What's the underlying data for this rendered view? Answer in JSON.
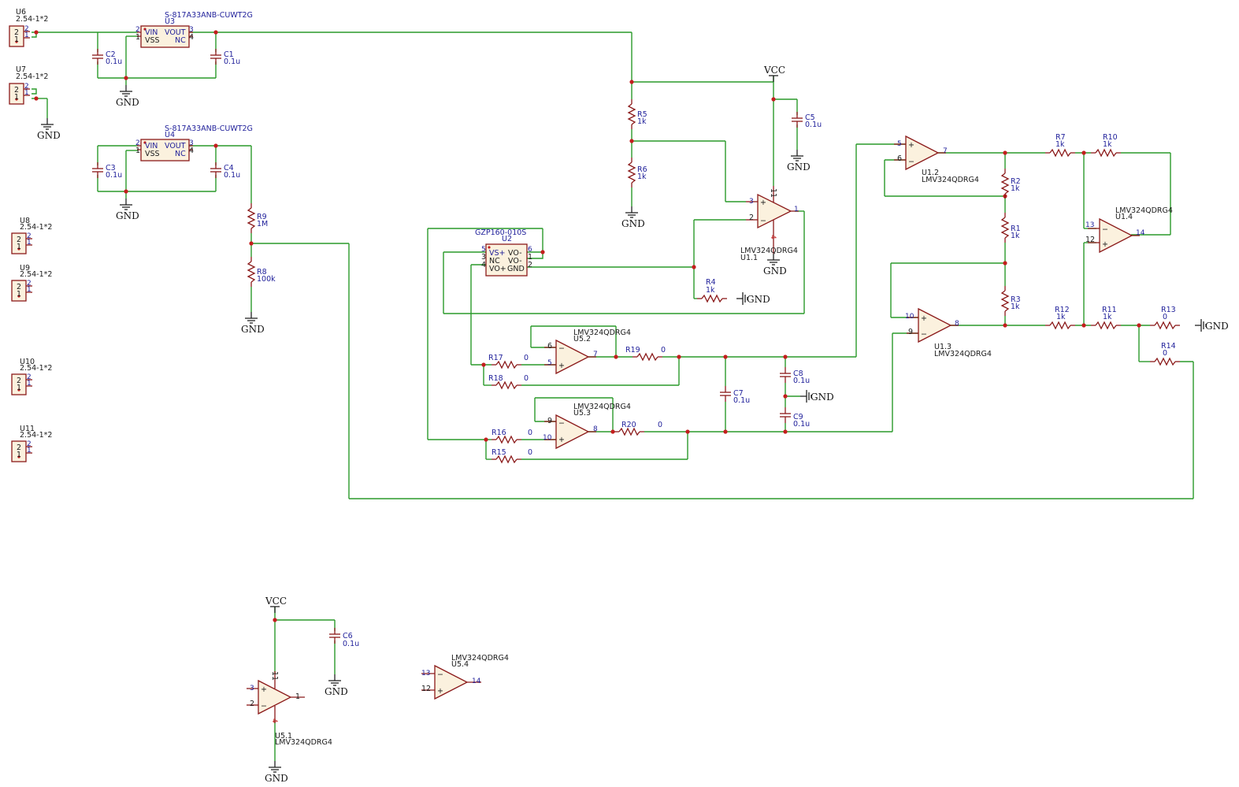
{
  "schematic": {
    "power": {
      "gnd": "GND",
      "vcc": "VCC"
    },
    "connectors": [
      {
        "id": "U6",
        "ref": "U6",
        "value": "2.54-1*2"
      },
      {
        "id": "U7",
        "ref": "U7",
        "value": "2.54-1*2"
      },
      {
        "id": "U8",
        "ref": "U8",
        "value": "2.54-1*2"
      },
      {
        "id": "U9",
        "ref": "U9",
        "value": "2.54-1*2"
      },
      {
        "id": "U10",
        "ref": "U10",
        "value": "2.54-1*2"
      },
      {
        "id": "U11",
        "ref": "U11",
        "value": "2.54-1*2"
      }
    ],
    "connector_pins": {
      "p1": "1",
      "p2": "2"
    },
    "regulators": [
      {
        "id": "U3",
        "ref": "U3",
        "value": "S-817A33ANB-CUWT2G",
        "vin": "VIN",
        "vss": "VSS",
        "vout": "VOUT",
        "nc": "NC"
      },
      {
        "id": "U4",
        "ref": "U4",
        "value": "S-817A33ANB-CUWT2G",
        "vin": "VIN",
        "vss": "VSS",
        "vout": "VOUT",
        "nc": "NC"
      }
    ],
    "regulator_pins": {
      "p1": "1",
      "p2": "2",
      "p3": "3",
      "p4": "4"
    },
    "sensor": {
      "ref": "U2",
      "value": "GZP160-010S",
      "vsp": "VS+",
      "vom": "VO-",
      "nc": "NC",
      "vop": "VO+",
      "gnd": "GND",
      "pin5": "5",
      "pin3": "3",
      "pin4": "4",
      "pin6": "6",
      "pin1": "1",
      "pin2": "2"
    },
    "capacitors": [
      {
        "ref": "C1",
        "value": "0.1u"
      },
      {
        "ref": "C2",
        "value": "0.1u"
      },
      {
        "ref": "C3",
        "value": "0.1u"
      },
      {
        "ref": "C4",
        "value": "0.1u"
      },
      {
        "ref": "C5",
        "value": "0.1u"
      },
      {
        "ref": "C6",
        "value": "0.1u"
      },
      {
        "ref": "C7",
        "value": "0.1u"
      },
      {
        "ref": "C8",
        "value": "0.1u"
      },
      {
        "ref": "C9",
        "value": "0.1u"
      }
    ],
    "resistors": [
      {
        "ref": "R1",
        "value": "1k"
      },
      {
        "ref": "R2",
        "value": "1k"
      },
      {
        "ref": "R3",
        "value": "1k"
      },
      {
        "ref": "R4",
        "value": "1k"
      },
      {
        "ref": "R5",
        "value": "1k"
      },
      {
        "ref": "R6",
        "value": "1k"
      },
      {
        "ref": "R7",
        "value": "1k"
      },
      {
        "ref": "R8",
        "value": "100k"
      },
      {
        "ref": "R9",
        "value": "1M"
      },
      {
        "ref": "R10",
        "value": "1k"
      },
      {
        "ref": "R11",
        "value": "1k"
      },
      {
        "ref": "R12",
        "value": "1k"
      },
      {
        "ref": "R13",
        "value": "0"
      },
      {
        "ref": "R14",
        "value": "0"
      },
      {
        "ref": "R15",
        "value": "0"
      },
      {
        "ref": "R16",
        "value": "0"
      },
      {
        "ref": "R17",
        "value": "0"
      },
      {
        "ref": "R18",
        "value": "0"
      },
      {
        "ref": "R19",
        "value": "0"
      },
      {
        "ref": "R20",
        "value": "0"
      }
    ],
    "opamps": [
      {
        "ref": "U1.1",
        "value": "LMV324QDRG4",
        "inp": "3",
        "inn": "2",
        "out": "1",
        "vpos": "11",
        "vneg": "4"
      },
      {
        "ref": "U1.2",
        "value": "LMV324QDRG4",
        "inp": "5",
        "inn": "6",
        "out": "7"
      },
      {
        "ref": "U1.3",
        "value": "LMV324QDRG4",
        "inp": "10",
        "inn": "9",
        "out": "8"
      },
      {
        "ref": "U1.4",
        "value": "LMV324QDRG4",
        "inp": "12",
        "inn": "13",
        "out": "14"
      },
      {
        "ref": "U5.1",
        "value": "LMV324QDRG4",
        "inp": "3",
        "inn": "2",
        "out": "1",
        "vpos": "11",
        "vneg": "4"
      },
      {
        "ref": "U5.2",
        "value": "LMV324QDRG4",
        "inp": "5",
        "inn": "6",
        "out": "7"
      },
      {
        "ref": "U5.3",
        "value": "LMV324QDRG4",
        "inp": "10",
        "inn": "9",
        "out": "8"
      },
      {
        "ref": "U5.4",
        "value": "LMV324QDRG4",
        "inp": "12",
        "inn": "13",
        "out": "14"
      }
    ],
    "opamp_signs": {
      "plus": "+",
      "minus": "−"
    }
  }
}
